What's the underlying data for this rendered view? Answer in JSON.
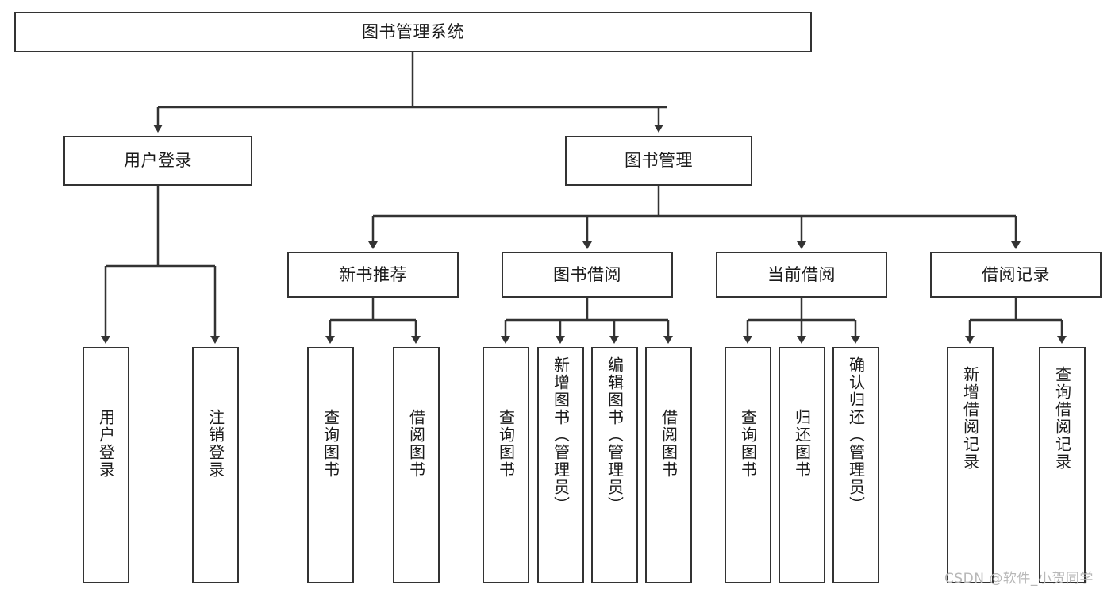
{
  "diagram": {
    "title": "图书管理系统",
    "type": "tree-hierarchy",
    "watermark": "CSDN @软件_小贺同学",
    "colors": {
      "background": "#ffffff",
      "box_border": "#333333",
      "box_fill": "#ffffff",
      "text": "#1a1a1a",
      "edge": "#333333",
      "watermark": "#b8b8b8"
    },
    "root": {
      "label": "图书管理系统"
    },
    "level2": [
      {
        "label": "用户登录"
      },
      {
        "label": "图书管理"
      }
    ],
    "level3": [
      {
        "label": "新书推荐"
      },
      {
        "label": "图书借阅"
      },
      {
        "label": "当前借阅"
      },
      {
        "label": "借阅记录"
      }
    ],
    "leaves": {
      "user_login": [
        {
          "label": "用户登录"
        },
        {
          "label": "注销登录"
        }
      ],
      "new_book_recommend": [
        {
          "label": "查询图书"
        },
        {
          "label": "借阅图书"
        }
      ],
      "book_borrow": [
        {
          "label": "查询图书"
        },
        {
          "label": "新增图书（管理员）"
        },
        {
          "label": "编辑图书（管理员）"
        },
        {
          "label": "借阅图书"
        }
      ],
      "current_borrow": [
        {
          "label": "查询图书"
        },
        {
          "label": "归还图书"
        },
        {
          "label": "确认归还（管理员）"
        }
      ],
      "borrow_record": [
        {
          "label": "新增借阅记录"
        },
        {
          "label": "查询借阅记录"
        }
      ]
    }
  }
}
